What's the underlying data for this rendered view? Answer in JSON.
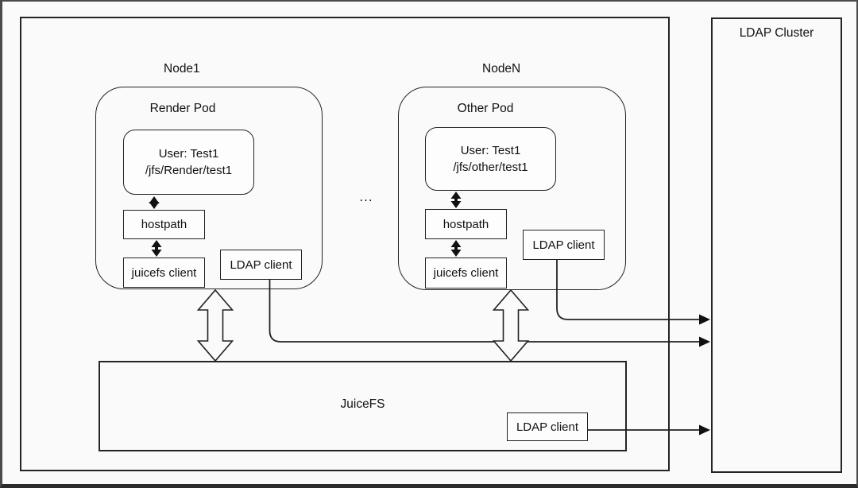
{
  "nodes": [
    {
      "label": "Node1",
      "pod": {
        "title": "Render Pod",
        "user": {
          "line1": "User: Test1",
          "line2": "/jfs/Render/test1"
        },
        "hostpath_label": "hostpath",
        "juicefs_client_label": "juicefs client",
        "ldap_client_label": "LDAP client"
      }
    },
    {
      "label": "NodeN",
      "pod": {
        "title": "Other Pod",
        "user": {
          "line1": "User: Test1",
          "line2": "/jfs/other/test1"
        },
        "hostpath_label": "hostpath",
        "juicefs_client_label": "juicefs client",
        "ldap_client_label": "LDAP client"
      }
    }
  ],
  "ellipsis": "...",
  "juicefs": {
    "label": "JuiceFS",
    "ldap_client_label": "LDAP client"
  },
  "ldap_cluster": {
    "label": "LDAP Cluster"
  },
  "colors": {
    "stroke": "#222222",
    "box_fill": "#fdfdfd",
    "background": "#fafafa",
    "frame": "#4a4a4a",
    "text": "#111111"
  }
}
